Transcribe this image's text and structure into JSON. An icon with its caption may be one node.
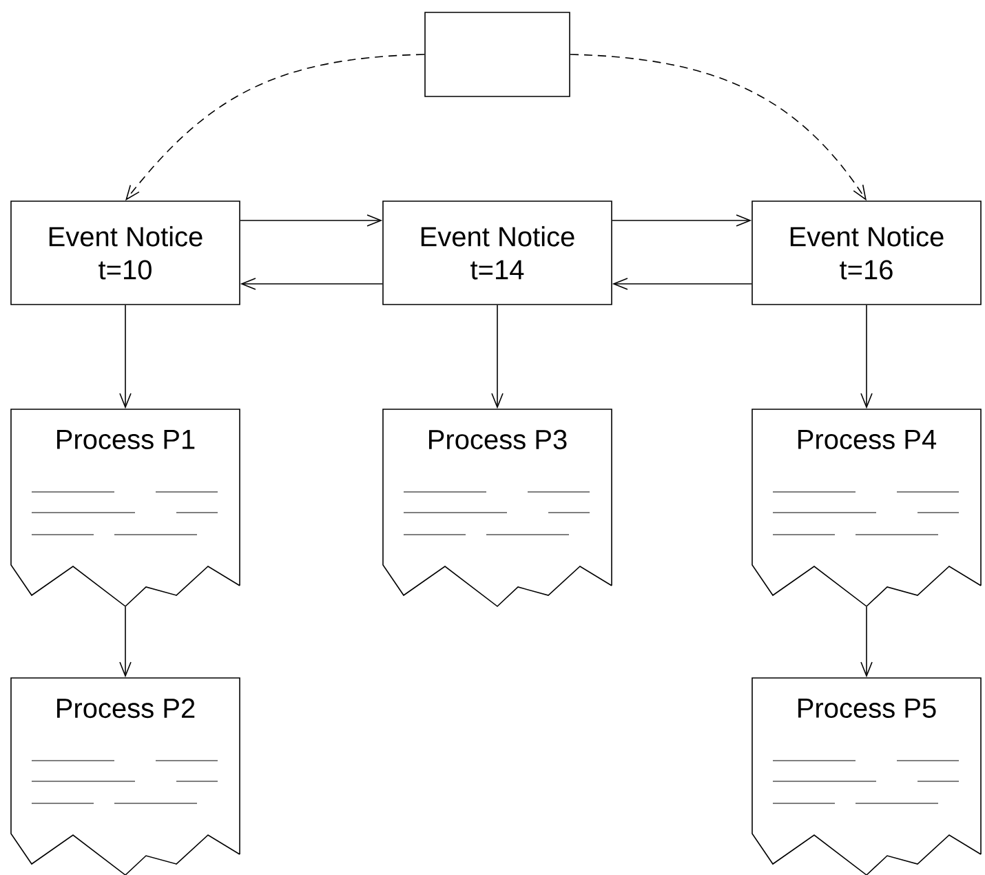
{
  "diagram": {
    "nodes": [
      {
        "text": [],
        "shape": "box"
      },
      {
        "text": [
          "Event Notice",
          "t=10"
        ]
      },
      {
        "text": [
          "Event Notice",
          "t=14"
        ]
      },
      {
        "text": [
          "Event Notice",
          "t=16"
        ]
      },
      {
        "text": [
          "Process P1"
        ]
      },
      {
        "text": [
          "Process P3"
        ]
      },
      {
        "text": [
          "Process P4"
        ]
      },
      {
        "text": [
          "Process P2"
        ]
      },
      {
        "text": [
          "Process P5"
        ]
      }
    ],
    "edges": [
      {
        "from": 0,
        "to": 1,
        "arrow": "to",
        "style": "dashed"
      },
      {
        "from": 0,
        "to": 3,
        "arrow": "to",
        "style": "dashed"
      },
      {
        "from": 1,
        "to": 2,
        "arrow": "to"
      },
      {
        "from": 2,
        "to": 1,
        "arrow": "to"
      },
      {
        "from": 2,
        "to": 3,
        "arrow": "to"
      },
      {
        "from": 3,
        "to": 2,
        "arrow": "to"
      },
      {
        "from": 1,
        "to": 4,
        "arrow": "to"
      },
      {
        "from": 2,
        "to": 5,
        "arrow": "to"
      },
      {
        "from": 3,
        "to": 6,
        "arrow": "to"
      },
      {
        "from": 4,
        "to": 7,
        "arrow": "to"
      },
      {
        "from": 6,
        "to": 8,
        "arrow": "to"
      }
    ]
  }
}
